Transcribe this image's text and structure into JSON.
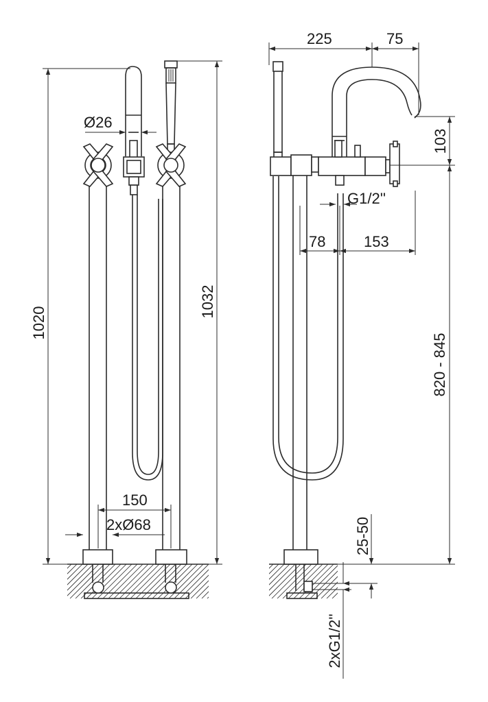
{
  "drawing": {
    "front_view": {
      "dim_total_height_left": "1020",
      "dim_total_height_right": "1032",
      "dim_hand_shower_diameter": "Ø26",
      "dim_inlet_spacing": "150",
      "dim_base_diameter": "2xØ68"
    },
    "side_view": {
      "dim_spout_reach_a": "225",
      "dim_spout_reach_b": "75",
      "dim_spout_height": "103",
      "dim_outlet_thread": "G1/2''",
      "dim_offset_a": "78",
      "dim_offset_b": "153",
      "dim_body_height": "820 - 845",
      "dim_floor_depth": "25-50",
      "dim_supply_thread": "2xG1/2''"
    }
  }
}
